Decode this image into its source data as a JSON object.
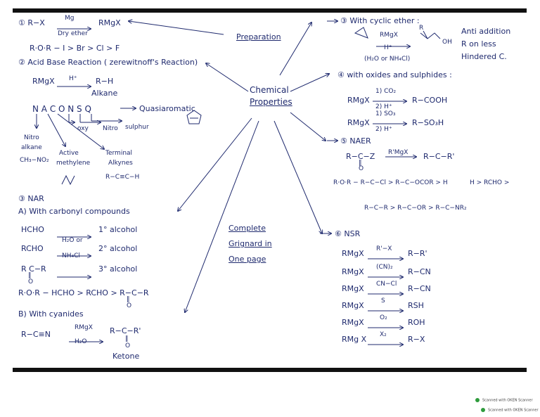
{
  "center": {
    "line1": "Chemical",
    "line2": "Properties"
  },
  "prep_label": "Preparation",
  "complete": {
    "l1": "Complete",
    "l2": "Grignard in",
    "l3": "One page"
  },
  "s1": {
    "title": "① R−X",
    "reagent": "Mg",
    "cond": "Dry ether",
    "product": "RMgX",
    "order": "R·O·R − I > Br > Cl > F"
  },
  "s2": {
    "title": "② Acid Base Reaction ( zerewitnoff's Reaction)",
    "lhs": "RMgX",
    "reagent": "H⁺",
    "product": "R−H",
    "product_name": "Alkane",
    "letters": "N  A  C  O  N  S  Q",
    "quasi": "Quasiaromatic",
    "oxy": "oxy",
    "nitro2": "Nitro",
    "sulphur": "sulphur",
    "nitro_alkane": "Nitro",
    "nitro_alkane2": "alkane",
    "nitro_formula": "CH₃−NO₂",
    "active": "Active",
    "methylene": "methylene",
    "terminal": "Terminal",
    "alkynes": "Alkynes",
    "alkyne_formula": "R−C≡C−H"
  },
  "s3": {
    "title": "③ NAR",
    "a": "A) With carbonyl compounds",
    "hcho": "HCHO",
    "hcho_p": "1° alcohol",
    "rcho": "RCHO",
    "rcho_r": "H₂O or",
    "rcho_r2": "NH₄Cl",
    "rcho_p": "2° alcohol",
    "ketone": "R C−R",
    "ketone_o": "‖",
    "ketone_o2": "O",
    "ketone_p": "3° alcohol",
    "order": "R·O·R − HCHO > RCHO > R−C−R",
    "order_o": "‖",
    "order_o2": "O",
    "b": "B) With cyanides",
    "nitrile": "R−C≡N",
    "nitrile_r": "RMgX",
    "nitrile_c": "H₂O",
    "nitrile_p": "R−C−R'",
    "nitrile_p_o": "‖",
    "nitrile_p_o2": "O",
    "nitrile_name": "Ketone"
  },
  "r3": {
    "title": "③ With cyclic ether :",
    "reagent": "RMgX",
    "cond": "H⁺",
    "cond2": "(H₂O or NH₄Cl)",
    "r": "R",
    "oh": "OH",
    "note1": "Anti addition",
    "note2": "R on less",
    "note3": "Hindered C."
  },
  "r4": {
    "title": "④ with oxides and sulphides :",
    "l1": "RMgX",
    "r1a": "1) CO₂",
    "r1b": "2) H⁺",
    "p1": "R−COOH",
    "l2": "RMgX",
    "r2a": "1) SO₃",
    "r2b": "2) H⁺",
    "p2": "R−SO₃H"
  },
  "r5": {
    "title": "⑤ NAER",
    "lhs": "R−C−Z",
    "lhs_o": "‖",
    "lhs_o2": "O",
    "reagent": "R'MgX",
    "product": "R−C−R'",
    "order1": "R·O·R − R−C−Cl > R−C−OCOR > H",
    "order1b": "H > RCHO >",
    "order2": "R−C−R > R−C−OR > R−C−NR₂"
  },
  "r6": {
    "title": "⑥ NSR",
    "rows": [
      {
        "l": "RMgX",
        "r": "R'−X",
        "p": "R−R'"
      },
      {
        "l": "RMgX",
        "r": "(CN)₂",
        "p": "R−CN"
      },
      {
        "l": "RMgX",
        "r": "CN−Cl",
        "p": "R−CN"
      },
      {
        "l": "RMgX",
        "r": "S",
        "p": "RSH"
      },
      {
        "l": "RMgX",
        "r": "O₂",
        "p": "ROH"
      },
      {
        "l": "RMg X",
        "r": "X₂",
        "p": "R−X"
      }
    ]
  },
  "footer": {
    "l1": "Scanned with OKEN Scanner",
    "l2": "Scanned with OKEN Scanner"
  },
  "colors": {
    "ink": "#1f2a6e",
    "bar": "#111111",
    "badge": "#2e9b3c"
  }
}
